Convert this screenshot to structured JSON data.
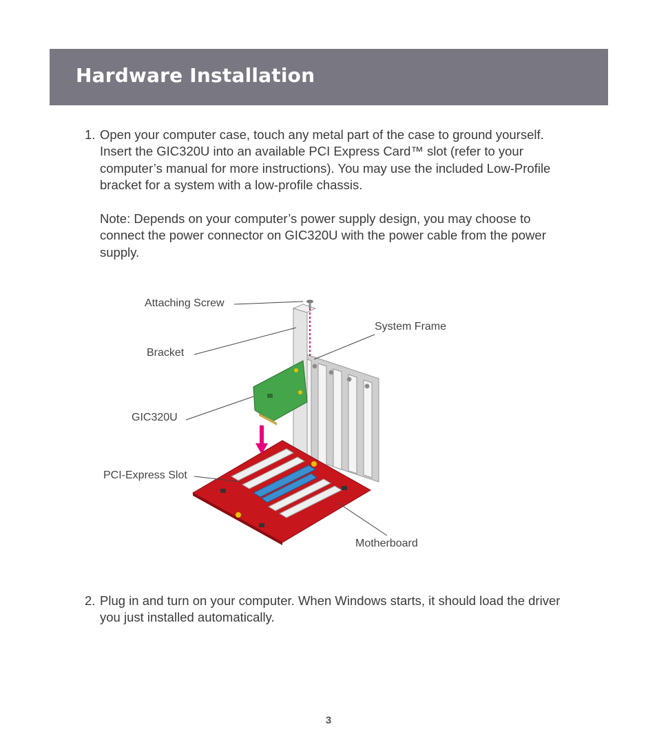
{
  "header": {
    "title": "Hardware Installation",
    "background": "#797882"
  },
  "steps": [
    {
      "number": "1.",
      "text": "Open your computer case, touch any metal part of the case to ground yourself. Insert the GIC320U into an available PCI Express Card™ slot (refer to your computer’s manual for more instructions). You may use the included Low-Profile bracket for a system with a low-profile chassis.",
      "note": "Note: Depends on your computer’s power supply design, you may choose to connect the power connector on GIC320U with the power cable from the power supply."
    },
    {
      "number": "2.",
      "text": "Plug in and turn on your computer. When Windows starts, it should load the driver you just installed automatically."
    }
  ],
  "figure": {
    "labels": {
      "attaching_screw": "Attaching Screw",
      "bracket": "Bracket",
      "system_frame": "System Frame",
      "card": "GIC320U",
      "slot": "PCI-Express Slot",
      "motherboard": "Motherboard"
    },
    "colors": {
      "board": "#c8161d",
      "card": "#45a54a",
      "slot_blue": "#3b8fd0",
      "arrow": "#e6007e",
      "frame": "#d9d9d9"
    }
  },
  "page_number": "3"
}
